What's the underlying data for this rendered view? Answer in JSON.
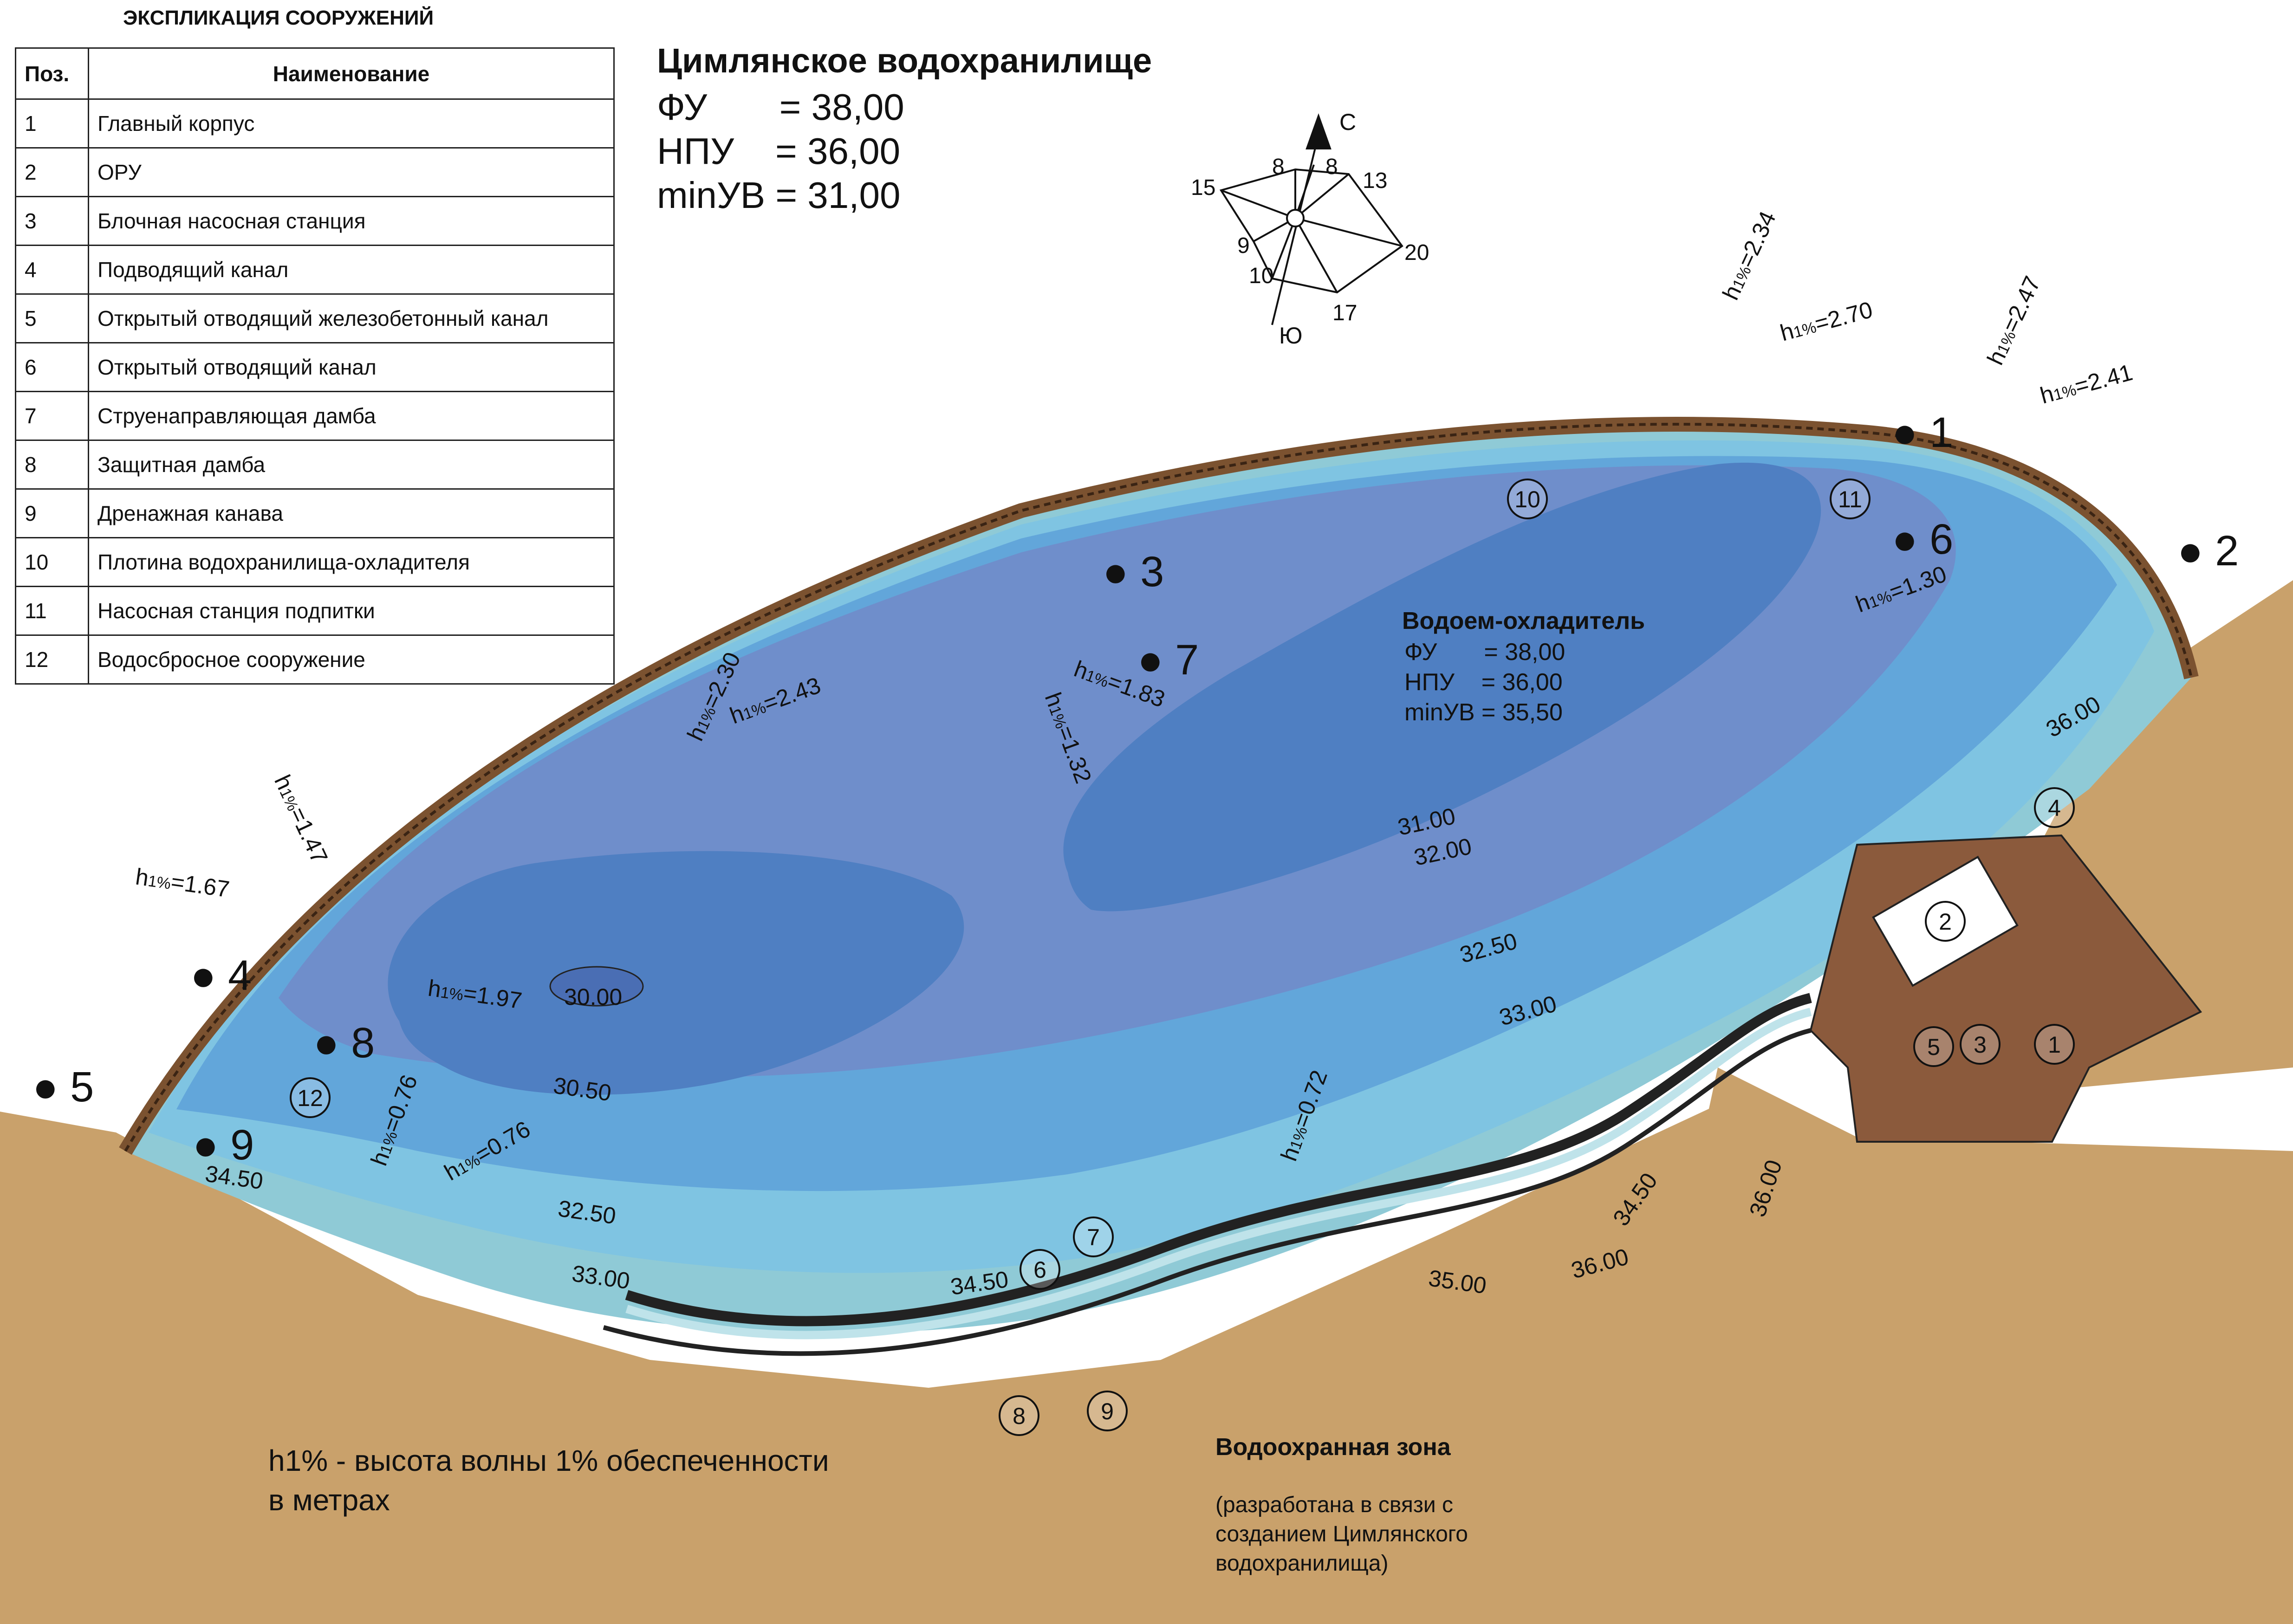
{
  "legend": {
    "title": "ЭКСПЛИКАЦИЯ СООРУЖЕНИЙ",
    "col_pos": "Поз.",
    "col_name": "Наименование",
    "rows": [
      {
        "pos": "1",
        "name": "Главный корпус"
      },
      {
        "pos": "2",
        "name": "ОРУ"
      },
      {
        "pos": "3",
        "name": "Блочная насосная станция"
      },
      {
        "pos": "4",
        "name": "Подводящий канал"
      },
      {
        "pos": "5",
        "name": "Открытый отводящий железобетонный канал"
      },
      {
        "pos": "6",
        "name": "Открытый отводящий канал"
      },
      {
        "pos": "7",
        "name": "Струенаправляющая дамба"
      },
      {
        "pos": "8",
        "name": "Защитная дамба"
      },
      {
        "pos": "9",
        "name": "Дренажная канава"
      },
      {
        "pos": "10",
        "name": "Плотина водохранилища-охладителя"
      },
      {
        "pos": "11",
        "name": "Насосная станция подпитки"
      },
      {
        "pos": "12",
        "name": "Водосбросное сооружение"
      }
    ]
  },
  "reservoir": {
    "title": "Цимлянское водохранилище",
    "levels": [
      "ФУ       = 38,00",
      "НПУ    = 36,00",
      "minУВ = 31,00"
    ]
  },
  "cooling_pond": {
    "title": "Водоем-охладитель",
    "levels": [
      "ФУ       = 38,00",
      "НПУ    = 36,00",
      "minУВ = 35,50"
    ]
  },
  "wind_rose": {
    "north": "С",
    "south": "Ю",
    "values": [
      "8",
      "8",
      "13",
      "20",
      "17",
      "10",
      "9",
      "15"
    ]
  },
  "contours": [
    "30.00",
    "30.50",
    "31.00",
    "32.00",
    "32.50",
    "32.50",
    "33.00",
    "33.00",
    "34.50",
    "34.50",
    "34.50",
    "35.00",
    "36.00",
    "36.00",
    "36.00"
  ],
  "wave_heights": [
    "2.34",
    "2.70",
    "2.47",
    "2.41",
    "1.30",
    "2.30",
    "2.43",
    "1.83",
    "1.32",
    "1.47",
    "1.67",
    "1.97",
    "0.76",
    "0.76",
    "0.72"
  ],
  "wave_prefix": "h",
  "wave_sub": "1%",
  "markers": [
    "1",
    "2",
    "3",
    "4",
    "5",
    "6",
    "7",
    "8",
    "9"
  ],
  "circled": [
    "1",
    "2",
    "3",
    "4",
    "5",
    "6",
    "7",
    "8",
    "9",
    "10",
    "11",
    "12"
  ],
  "note_h": "h1% - высота волны 1% обеспеченности",
  "note_units": "в метрах",
  "water_zone": {
    "title": "Водоохранная зона",
    "lines": [
      "(разработана в связи с",
      "созданием Цимлянского",
      "водохранилища)"
    ]
  },
  "colors": {
    "land": "#c9a16b",
    "dam": "#7b5230",
    "plant": "#8b5a3c",
    "water_deep": "#4f7fc2",
    "water_mid": "#6f8ecb",
    "water_light": "#62a6da",
    "water_shallow": "#7fc4e2",
    "water_shore": "#8fcad6"
  }
}
